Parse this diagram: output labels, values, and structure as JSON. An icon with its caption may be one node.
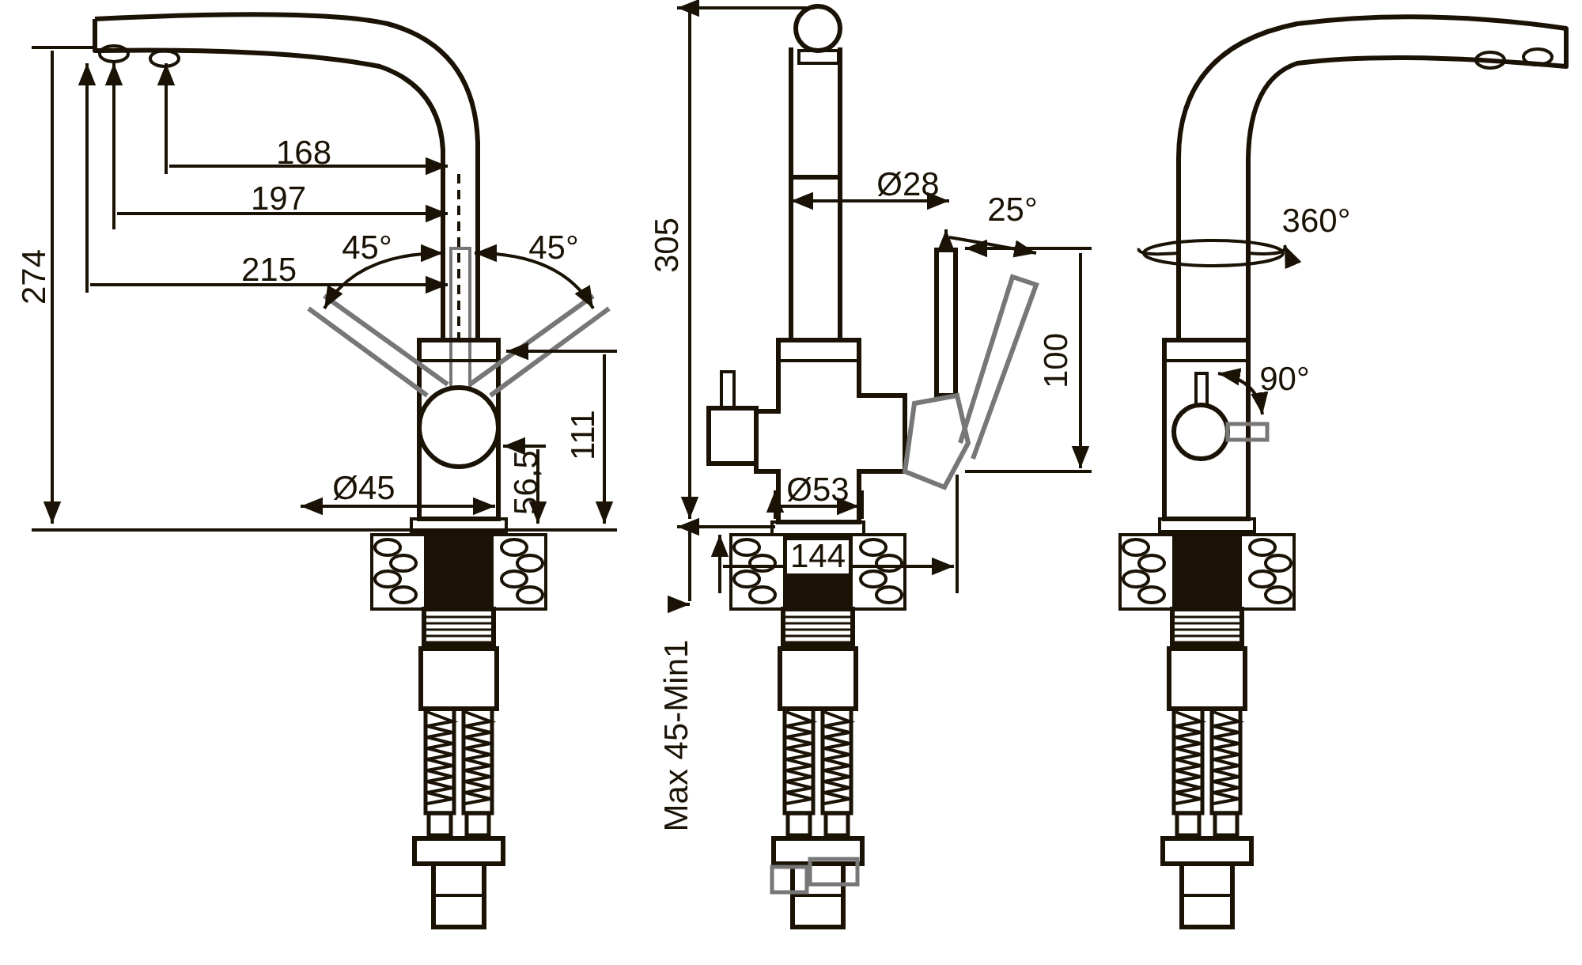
{
  "diagram": {
    "labels": [
      "274",
      "168",
      "197",
      "45°",
      "215",
      "45°",
      "111",
      "56,5",
      "Ø45",
      "305",
      "Ø28",
      "25°",
      "100",
      "Ø53",
      "144",
      "Max 45-Min1",
      "360°",
      "90°"
    ]
  }
}
